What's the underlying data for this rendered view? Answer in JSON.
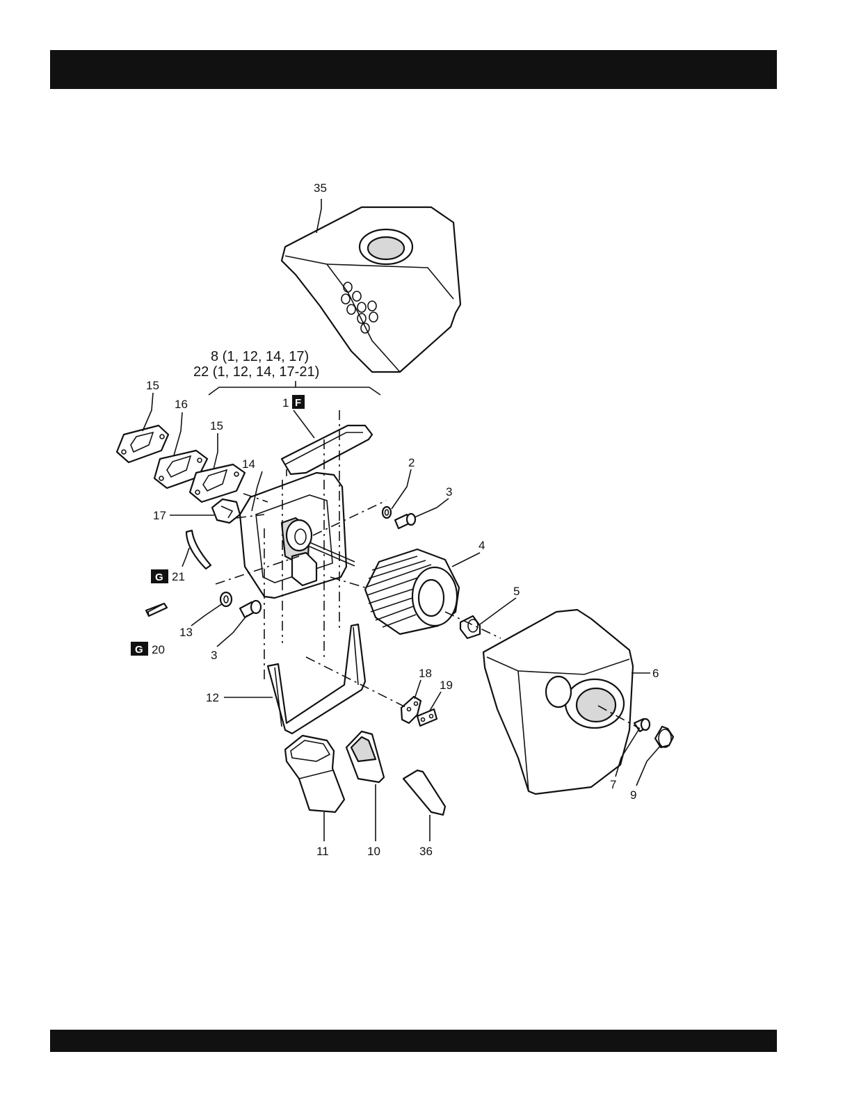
{
  "kits": {
    "kit_8": "8 (1, 12, 14, 17)",
    "kit_22": "22 (1, 12, 14, 17-21)"
  },
  "callouts": {
    "c35": "35",
    "c1": "1",
    "c2": "2",
    "c3a": "3",
    "c3b": "3",
    "c4": "4",
    "c5": "5",
    "c6": "6",
    "c7": "7",
    "c9": "9",
    "c10": "10",
    "c11": "11",
    "c12": "12",
    "c13": "13",
    "c14": "14",
    "c15a": "15",
    "c15b": "15",
    "c16": "16",
    "c17": "17",
    "c18": "18",
    "c19": "19",
    "c20": "20",
    "c21": "21",
    "c36": "36"
  },
  "badges": {
    "f": "F",
    "g21": "G",
    "g20": "G"
  },
  "colors": {
    "bars": "#111111",
    "line": "#111111",
    "background": "#ffffff"
  }
}
